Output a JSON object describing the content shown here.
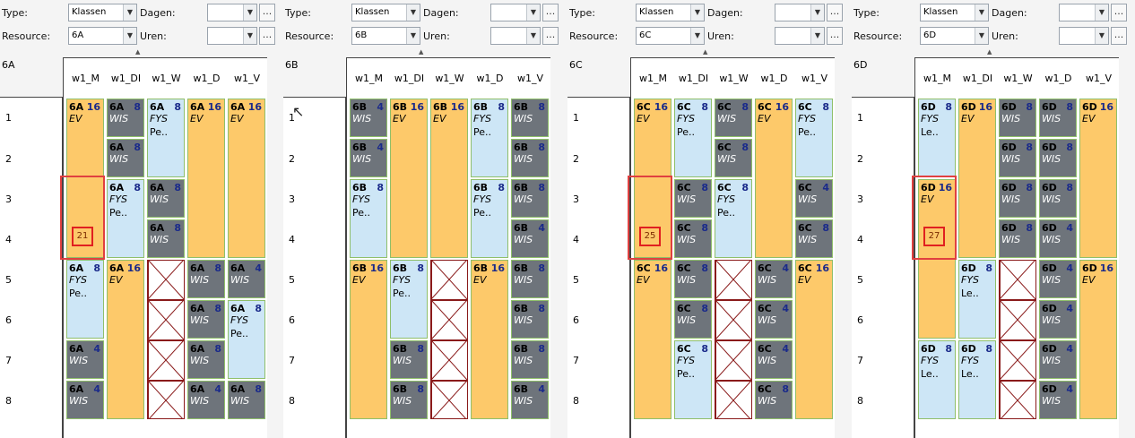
{
  "labels": {
    "type": "Type:",
    "dagen": "Dagen:",
    "resource": "Resource:",
    "uren": "Uren:",
    "ellipsis": "..."
  },
  "columns": [
    "w1_M",
    "w1_DI",
    "w1_W",
    "w1_D",
    "w1_V"
  ],
  "periods": [
    "1",
    "2",
    "3",
    "4",
    "5",
    "6",
    "7",
    "8"
  ],
  "panels": [
    {
      "type_value": "Klassen",
      "resource_value": "6A",
      "title": "6A",
      "badge": "21",
      "cells": [
        {
          "col": 0,
          "start": 0,
          "span": 4,
          "kind": "ev",
          "cls": "6A",
          "num": "16",
          "subj": "EV",
          "teach": ""
        },
        {
          "col": 0,
          "start": 4,
          "span": 2,
          "kind": "fys",
          "cls": "6A",
          "num": "8",
          "subj": "FYS",
          "teach": "Pe.."
        },
        {
          "col": 0,
          "start": 6,
          "span": 1,
          "kind": "wis",
          "cls": "6A",
          "num": "4",
          "subj": "WIS",
          "teach": ""
        },
        {
          "col": 0,
          "start": 7,
          "span": 1,
          "kind": "wis",
          "cls": "6A",
          "num": "4",
          "subj": "WIS",
          "teach": ""
        },
        {
          "col": 1,
          "start": 0,
          "span": 1,
          "kind": "wis",
          "cls": "6A",
          "num": "8",
          "subj": "WIS",
          "teach": ""
        },
        {
          "col": 1,
          "start": 1,
          "span": 1,
          "kind": "wis",
          "cls": "6A",
          "num": "8",
          "subj": "WIS",
          "teach": ""
        },
        {
          "col": 1,
          "start": 2,
          "span": 2,
          "kind": "fys",
          "cls": "6A",
          "num": "8",
          "subj": "FYS",
          "teach": "Pe.."
        },
        {
          "col": 1,
          "start": 4,
          "span": 4,
          "kind": "ev",
          "cls": "6A",
          "num": "16",
          "subj": "EV",
          "teach": ""
        },
        {
          "col": 2,
          "start": 0,
          "span": 2,
          "kind": "fys",
          "cls": "6A",
          "num": "8",
          "subj": "FYS",
          "teach": "Pe.."
        },
        {
          "col": 2,
          "start": 2,
          "span": 1,
          "kind": "wis",
          "cls": "6A",
          "num": "8",
          "subj": "WIS",
          "teach": ""
        },
        {
          "col": 2,
          "start": 3,
          "span": 1,
          "kind": "wis",
          "cls": "6A",
          "num": "8",
          "subj": "WIS",
          "teach": ""
        },
        {
          "col": 2,
          "start": 4,
          "span": 4,
          "kind": "blocked"
        },
        {
          "col": 3,
          "start": 0,
          "span": 4,
          "kind": "ev",
          "cls": "6A",
          "num": "16",
          "subj": "EV",
          "teach": ""
        },
        {
          "col": 3,
          "start": 4,
          "span": 1,
          "kind": "wis",
          "cls": "6A",
          "num": "8",
          "subj": "WIS",
          "teach": ""
        },
        {
          "col": 3,
          "start": 5,
          "span": 1,
          "kind": "wis",
          "cls": "6A",
          "num": "8",
          "subj": "WIS",
          "teach": ""
        },
        {
          "col": 3,
          "start": 6,
          "span": 1,
          "kind": "wis",
          "cls": "6A",
          "num": "8",
          "subj": "WIS",
          "teach": ""
        },
        {
          "col": 3,
          "start": 7,
          "span": 1,
          "kind": "wis",
          "cls": "6A",
          "num": "4",
          "subj": "WIS",
          "teach": ""
        },
        {
          "col": 4,
          "start": 0,
          "span": 4,
          "kind": "ev",
          "cls": "6A",
          "num": "16",
          "subj": "EV",
          "teach": ""
        },
        {
          "col": 4,
          "start": 4,
          "span": 1,
          "kind": "wis",
          "cls": "6A",
          "num": "4",
          "subj": "WIS",
          "teach": ""
        },
        {
          "col": 4,
          "start": 5,
          "span": 2,
          "kind": "fys",
          "cls": "6A",
          "num": "8",
          "subj": "FYS",
          "teach": "Pe.."
        },
        {
          "col": 4,
          "start": 7,
          "span": 1,
          "kind": "wis",
          "cls": "6A",
          "num": "8",
          "subj": "WIS",
          "teach": ""
        }
      ]
    },
    {
      "type_value": "Klassen",
      "resource_value": "6B",
      "title": "6B",
      "badge": "",
      "cells": [
        {
          "col": 0,
          "start": 0,
          "span": 1,
          "kind": "wis",
          "cls": "6B",
          "num": "4",
          "subj": "WIS",
          "teach": ""
        },
        {
          "col": 0,
          "start": 1,
          "span": 1,
          "kind": "wis",
          "cls": "6B",
          "num": "4",
          "subj": "WIS",
          "teach": ""
        },
        {
          "col": 0,
          "start": 2,
          "span": 2,
          "kind": "fys",
          "cls": "6B",
          "num": "8",
          "subj": "FYS",
          "teach": "Pe.."
        },
        {
          "col": 0,
          "start": 4,
          "span": 4,
          "kind": "ev",
          "cls": "6B",
          "num": "16",
          "subj": "EV",
          "teach": ""
        },
        {
          "col": 1,
          "start": 0,
          "span": 4,
          "kind": "ev",
          "cls": "6B",
          "num": "16",
          "subj": "EV",
          "teach": ""
        },
        {
          "col": 1,
          "start": 4,
          "span": 2,
          "kind": "fys",
          "cls": "6B",
          "num": "8",
          "subj": "FYS",
          "teach": "Pe.."
        },
        {
          "col": 1,
          "start": 6,
          "span": 1,
          "kind": "wis",
          "cls": "6B",
          "num": "8",
          "subj": "WIS",
          "teach": ""
        },
        {
          "col": 1,
          "start": 7,
          "span": 1,
          "kind": "wis",
          "cls": "6B",
          "num": "8",
          "subj": "WIS",
          "teach": ""
        },
        {
          "col": 2,
          "start": 0,
          "span": 4,
          "kind": "ev",
          "cls": "6B",
          "num": "16",
          "subj": "EV",
          "teach": ""
        },
        {
          "col": 2,
          "start": 4,
          "span": 4,
          "kind": "blocked"
        },
        {
          "col": 3,
          "start": 0,
          "span": 2,
          "kind": "fys",
          "cls": "6B",
          "num": "8",
          "subj": "FYS",
          "teach": "Pe.."
        },
        {
          "col": 3,
          "start": 2,
          "span": 2,
          "kind": "fys",
          "cls": "6B",
          "num": "8",
          "subj": "FYS",
          "teach": "Pe.."
        },
        {
          "col": 3,
          "start": 4,
          "span": 4,
          "kind": "ev",
          "cls": "6B",
          "num": "16",
          "subj": "EV",
          "teach": ""
        },
        {
          "col": 4,
          "start": 0,
          "span": 1,
          "kind": "wis",
          "cls": "6B",
          "num": "8",
          "subj": "WIS",
          "teach": ""
        },
        {
          "col": 4,
          "start": 1,
          "span": 1,
          "kind": "wis",
          "cls": "6B",
          "num": "8",
          "subj": "WIS",
          "teach": ""
        },
        {
          "col": 4,
          "start": 2,
          "span": 1,
          "kind": "wis",
          "cls": "6B",
          "num": "8",
          "subj": "WIS",
          "teach": ""
        },
        {
          "col": 4,
          "start": 3,
          "span": 1,
          "kind": "wis",
          "cls": "6B",
          "num": "4",
          "subj": "WIS",
          "teach": ""
        },
        {
          "col": 4,
          "start": 4,
          "span": 1,
          "kind": "wis",
          "cls": "6B",
          "num": "8",
          "subj": "WIS",
          "teach": ""
        },
        {
          "col": 4,
          "start": 5,
          "span": 1,
          "kind": "wis",
          "cls": "6B",
          "num": "8",
          "subj": "WIS",
          "teach": ""
        },
        {
          "col": 4,
          "start": 6,
          "span": 1,
          "kind": "wis",
          "cls": "6B",
          "num": "8",
          "subj": "WIS",
          "teach": ""
        },
        {
          "col": 4,
          "start": 7,
          "span": 1,
          "kind": "wis",
          "cls": "6B",
          "num": "4",
          "subj": "WIS",
          "teach": ""
        }
      ]
    },
    {
      "type_value": "Klassen",
      "resource_value": "6C",
      "title": "6C",
      "badge": "25",
      "cells": [
        {
          "col": 0,
          "start": 0,
          "span": 4,
          "kind": "ev",
          "cls": "6C",
          "num": "16",
          "subj": "EV",
          "teach": ""
        },
        {
          "col": 0,
          "start": 4,
          "span": 4,
          "kind": "ev",
          "cls": "6C",
          "num": "16",
          "subj": "EV",
          "teach": ""
        },
        {
          "col": 1,
          "start": 0,
          "span": 2,
          "kind": "fys",
          "cls": "6C",
          "num": "8",
          "subj": "FYS",
          "teach": "Pe.."
        },
        {
          "col": 1,
          "start": 2,
          "span": 1,
          "kind": "wis",
          "cls": "6C",
          "num": "8",
          "subj": "WIS",
          "teach": ""
        },
        {
          "col": 1,
          "start": 3,
          "span": 1,
          "kind": "wis",
          "cls": "6C",
          "num": "8",
          "subj": "WIS",
          "teach": ""
        },
        {
          "col": 1,
          "start": 4,
          "span": 1,
          "kind": "wis",
          "cls": "6C",
          "num": "8",
          "subj": "WIS",
          "teach": ""
        },
        {
          "col": 1,
          "start": 5,
          "span": 1,
          "kind": "wis",
          "cls": "6C",
          "num": "8",
          "subj": "WIS",
          "teach": ""
        },
        {
          "col": 1,
          "start": 6,
          "span": 2,
          "kind": "fys",
          "cls": "6C",
          "num": "8",
          "subj": "FYS",
          "teach": "Pe.."
        },
        {
          "col": 2,
          "start": 0,
          "span": 1,
          "kind": "wis",
          "cls": "6C",
          "num": "8",
          "subj": "WIS",
          "teach": ""
        },
        {
          "col": 2,
          "start": 1,
          "span": 1,
          "kind": "wis",
          "cls": "6C",
          "num": "8",
          "subj": "WIS",
          "teach": ""
        },
        {
          "col": 2,
          "start": 2,
          "span": 2,
          "kind": "fys",
          "cls": "6C",
          "num": "8",
          "subj": "FYS",
          "teach": "Pe.."
        },
        {
          "col": 2,
          "start": 4,
          "span": 4,
          "kind": "blocked"
        },
        {
          "col": 3,
          "start": 0,
          "span": 4,
          "kind": "ev",
          "cls": "6C",
          "num": "16",
          "subj": "EV",
          "teach": ""
        },
        {
          "col": 3,
          "start": 4,
          "span": 1,
          "kind": "wis",
          "cls": "6C",
          "num": "4",
          "subj": "WIS",
          "teach": ""
        },
        {
          "col": 3,
          "start": 5,
          "span": 1,
          "kind": "wis",
          "cls": "6C",
          "num": "4",
          "subj": "WIS",
          "teach": ""
        },
        {
          "col": 3,
          "start": 6,
          "span": 1,
          "kind": "wis",
          "cls": "6C",
          "num": "4",
          "subj": "WIS",
          "teach": ""
        },
        {
          "col": 3,
          "start": 7,
          "span": 1,
          "kind": "wis",
          "cls": "6C",
          "num": "8",
          "subj": "WIS",
          "teach": ""
        },
        {
          "col": 4,
          "start": 0,
          "span": 2,
          "kind": "fys",
          "cls": "6C",
          "num": "8",
          "subj": "FYS",
          "teach": "Pe.."
        },
        {
          "col": 4,
          "start": 2,
          "span": 1,
          "kind": "wis",
          "cls": "6C",
          "num": "4",
          "subj": "WIS",
          "teach": ""
        },
        {
          "col": 4,
          "start": 3,
          "span": 1,
          "kind": "wis",
          "cls": "6C",
          "num": "8",
          "subj": "WIS",
          "teach": ""
        },
        {
          "col": 4,
          "start": 4,
          "span": 4,
          "kind": "ev",
          "cls": "6C",
          "num": "16",
          "subj": "EV",
          "teach": ""
        }
      ]
    },
    {
      "type_value": "Klassen",
      "resource_value": "6D",
      "title": "6D",
      "badge": "27",
      "cells": [
        {
          "col": 0,
          "start": 0,
          "span": 2,
          "kind": "fys",
          "cls": "6D",
          "num": "8",
          "subj": "FYS",
          "teach": "Le.."
        },
        {
          "col": 0,
          "start": 2,
          "span": 4,
          "kind": "ev",
          "cls": "6D",
          "num": "16",
          "subj": "EV",
          "teach": ""
        },
        {
          "col": 0,
          "start": 6,
          "span": 2,
          "kind": "fys",
          "cls": "6D",
          "num": "8",
          "subj": "FYS",
          "teach": "Le.."
        },
        {
          "col": 1,
          "start": 0,
          "span": 4,
          "kind": "ev",
          "cls": "6D",
          "num": "16",
          "subj": "EV",
          "teach": ""
        },
        {
          "col": 1,
          "start": 4,
          "span": 2,
          "kind": "fys",
          "cls": "6D",
          "num": "8",
          "subj": "FYS",
          "teach": "Le.."
        },
        {
          "col": 1,
          "start": 6,
          "span": 2,
          "kind": "fys",
          "cls": "6D",
          "num": "8",
          "subj": "FYS",
          "teach": "Le.."
        },
        {
          "col": 2,
          "start": 0,
          "span": 1,
          "kind": "wis",
          "cls": "6D",
          "num": "8",
          "subj": "WIS",
          "teach": ""
        },
        {
          "col": 2,
          "start": 1,
          "span": 1,
          "kind": "wis",
          "cls": "6D",
          "num": "8",
          "subj": "WIS",
          "teach": ""
        },
        {
          "col": 2,
          "start": 2,
          "span": 1,
          "kind": "wis",
          "cls": "6D",
          "num": "8",
          "subj": "WIS",
          "teach": ""
        },
        {
          "col": 2,
          "start": 3,
          "span": 1,
          "kind": "wis",
          "cls": "6D",
          "num": "8",
          "subj": "WIS",
          "teach": ""
        },
        {
          "col": 2,
          "start": 4,
          "span": 4,
          "kind": "blocked"
        },
        {
          "col": 3,
          "start": 0,
          "span": 1,
          "kind": "wis",
          "cls": "6D",
          "num": "8",
          "subj": "WIS",
          "teach": ""
        },
        {
          "col": 3,
          "start": 1,
          "span": 1,
          "kind": "wis",
          "cls": "6D",
          "num": "8",
          "subj": "WIS",
          "teach": ""
        },
        {
          "col": 3,
          "start": 2,
          "span": 1,
          "kind": "wis",
          "cls": "6D",
          "num": "8",
          "subj": "WIS",
          "teach": ""
        },
        {
          "col": 3,
          "start": 3,
          "span": 1,
          "kind": "wis",
          "cls": "6D",
          "num": "4",
          "subj": "WIS",
          "teach": ""
        },
        {
          "col": 3,
          "start": 4,
          "span": 1,
          "kind": "wis",
          "cls": "6D",
          "num": "4",
          "subj": "WIS",
          "teach": ""
        },
        {
          "col": 3,
          "start": 5,
          "span": 1,
          "kind": "wis",
          "cls": "6D",
          "num": "4",
          "subj": "WIS",
          "teach": ""
        },
        {
          "col": 3,
          "start": 6,
          "span": 1,
          "kind": "wis",
          "cls": "6D",
          "num": "4",
          "subj": "WIS",
          "teach": ""
        },
        {
          "col": 3,
          "start": 7,
          "span": 1,
          "kind": "wis",
          "cls": "6D",
          "num": "4",
          "subj": "WIS",
          "teach": ""
        },
        {
          "col": 4,
          "start": 0,
          "span": 4,
          "kind": "ev",
          "cls": "6D",
          "num": "16",
          "subj": "EV",
          "teach": ""
        },
        {
          "col": 4,
          "start": 4,
          "span": 4,
          "kind": "ev",
          "cls": "6D",
          "num": "16",
          "subj": "EV",
          "teach": ""
        }
      ]
    }
  ]
}
